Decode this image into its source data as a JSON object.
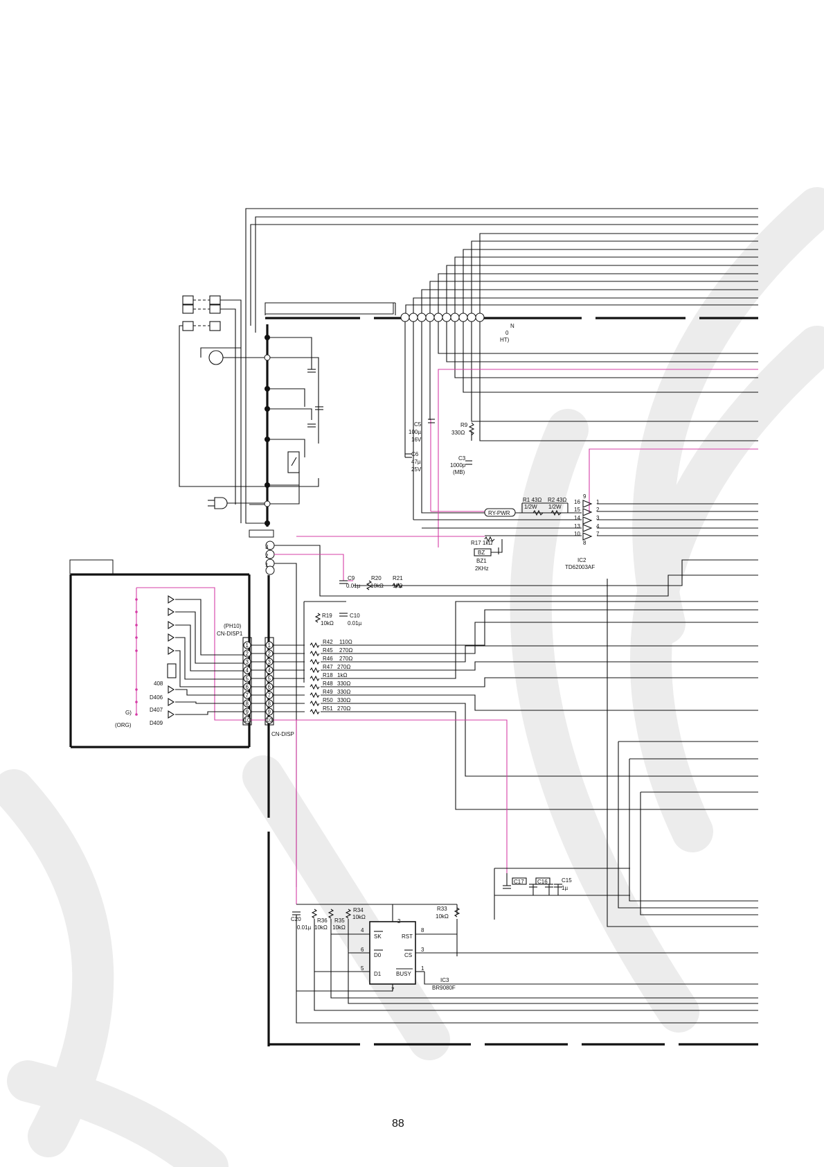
{
  "page_number": "88",
  "cn_top": [
    "N",
    "0",
    "HT)"
  ],
  "c5": [
    "C5",
    "100µ",
    "16V"
  ],
  "c6": [
    "C6",
    "47µ",
    "25V"
  ],
  "r9": [
    "R9",
    "330Ω"
  ],
  "c3": [
    "C3",
    "1000p",
    "(MB)"
  ],
  "r1": [
    "R1 43Ω",
    "1/2W"
  ],
  "r2": [
    "R2 43Ω",
    "1/2W"
  ],
  "ry_pwr": "RY-PWR",
  "r17": "R17  1kΩ",
  "bz": [
    "BZ",
    "BZ1",
    "2KHz"
  ],
  "ic2": {
    "name": "IC2",
    "part": "TD62003AF",
    "left_pins": [
      "16",
      "15",
      "14",
      "13",
      "10"
    ],
    "right_pins": [
      "1",
      "2",
      "3",
      "4",
      "7"
    ],
    "top_pin": "9",
    "bottom_pin": "8"
  },
  "c9": [
    "C9",
    "0.01µ"
  ],
  "r20": [
    "R20",
    "10kΩ"
  ],
  "r21": [
    "R21",
    "1kΩ"
  ],
  "r19": [
    "R19",
    "10kΩ"
  ],
  "c10": [
    "C10",
    "0.01µ"
  ],
  "ph10": [
    "(PH10)",
    "CN-DISP1"
  ],
  "cn_disp": "CN-DISP",
  "conn_top_pins": [
    "3",
    "2",
    "1"
  ],
  "conn_pins": [
    "1",
    "2",
    "3",
    "4",
    "5",
    "6",
    "7",
    "8",
    "9",
    "10"
  ],
  "resistors": [
    {
      "name": "R42",
      "value": "110Ω"
    },
    {
      "name": "R45",
      "value": "270Ω"
    },
    {
      "name": "R46",
      "value": "270Ω"
    },
    {
      "name": "R47",
      "value": "270Ω"
    },
    {
      "name": "R18",
      "value": "1kΩ"
    },
    {
      "name": "R48",
      "value": "330Ω"
    },
    {
      "name": "R49",
      "value": "330Ω"
    },
    {
      "name": "R50",
      "value": "330Ω"
    },
    {
      "name": "R51",
      "value": "270Ω"
    }
  ],
  "led_labels": [
    "408",
    "D406",
    "D407",
    "D409"
  ],
  "led_side_labels": [
    "G)",
    "(ORG)"
  ],
  "c17": "C17",
  "c16": "C16",
  "c15": [
    "C15",
    "1µ"
  ],
  "c20": [
    "C20",
    "0.01µ"
  ],
  "r36": [
    "R36",
    "10kΩ"
  ],
  "r35": [
    "R35",
    "10kΩ"
  ],
  "r34": [
    "R34",
    "10kΩ"
  ],
  "r33": [
    "R33",
    "10kΩ"
  ],
  "ic3": {
    "name": "IC3",
    "part": "BR9080F",
    "left_pins": [
      "4",
      "6",
      "5"
    ],
    "right_pins": [
      "8",
      "3",
      "1"
    ],
    "top_pin": "2",
    "bottom_pin": "7",
    "left_signals": [
      "SK",
      "D0",
      "D1"
    ],
    "right_signals": [
      "RST",
      "CS",
      "BUSY"
    ]
  }
}
